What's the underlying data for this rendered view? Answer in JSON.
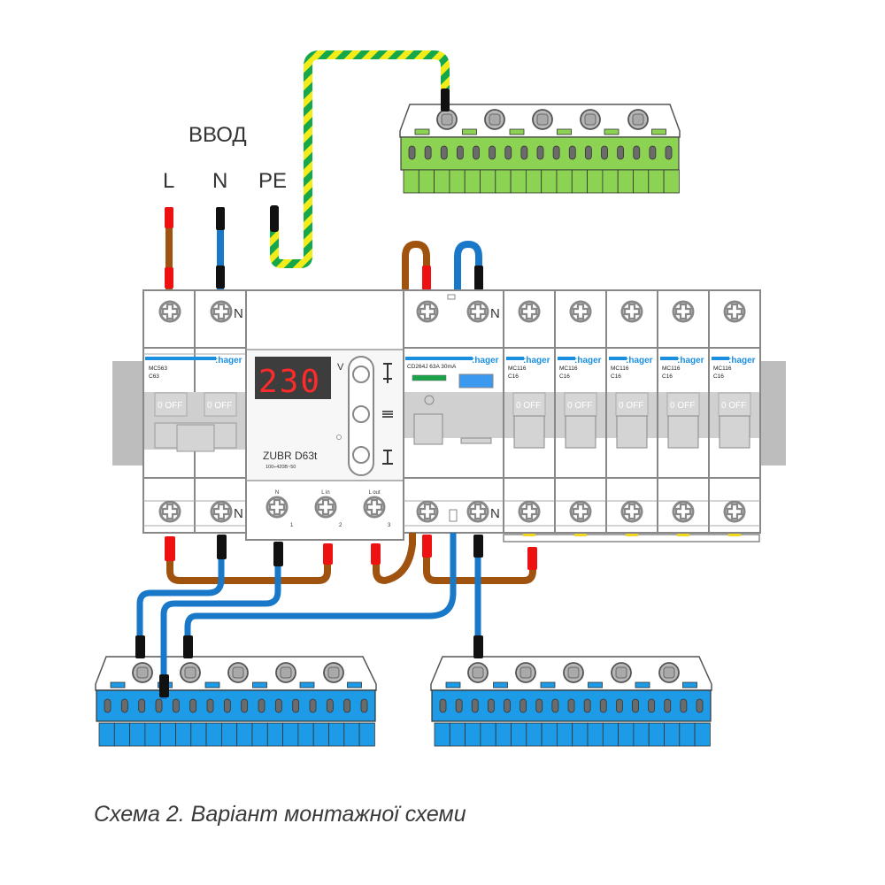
{
  "header": {
    "input_label": "ВВОД",
    "phase_labels": [
      "L",
      "N",
      "PE"
    ]
  },
  "main_breaker": {
    "brand": ":hager",
    "model": "MC563",
    "rating": "C63",
    "switch_label": "0  OFF",
    "neutral_mark": "N"
  },
  "voltage_relay": {
    "display_value": "230",
    "unit": "V",
    "model": "ZUBR D63t",
    "spec": "100÷420В~50",
    "terminals": [
      {
        "name": "N",
        "number": "1"
      },
      {
        "name": "L in",
        "number": "2"
      },
      {
        "name": "L out",
        "number": "3"
      }
    ],
    "button_icons": [
      "up-arrow-icon",
      "menu-icon",
      "down-arrow-icon"
    ]
  },
  "rcd": {
    "brand": ":hager",
    "model": "CD264J 63A 30mA",
    "neutral_mark": "N"
  },
  "branch_breakers": [
    {
      "brand": ":hager",
      "model": "MC116",
      "rating": "C16",
      "switch_label": "0  OFF"
    },
    {
      "brand": ":hager",
      "model": "MC116",
      "rating": "C16",
      "switch_label": "0  OFF"
    },
    {
      "brand": ":hager",
      "model": "MC116",
      "rating": "C16",
      "switch_label": "0  OFF"
    },
    {
      "brand": ":hager",
      "model": "MC116",
      "rating": "C16",
      "switch_label": "0  OFF"
    },
    {
      "brand": ":hager",
      "model": "MC116",
      "rating": "C16",
      "switch_label": "0  OFF"
    }
  ],
  "busbars": {
    "pe": {
      "color": "#8dd353",
      "screws": 5,
      "slots": 17
    },
    "neutral_left": {
      "color": "#1e9be6",
      "screws": 5,
      "slots": 16
    },
    "neutral_right": {
      "color": "#1e9be6",
      "screws": 5,
      "slots": 17
    }
  },
  "wire_colors": {
    "phase": "#a0520f",
    "neutral": "#1a78c8",
    "pe_green": "#14a84a",
    "pe_yellow": "#f4ec1a",
    "phase_sleeve": "#ee1111",
    "neutral_sleeve": "#111111"
  },
  "caption": "Схема 2. Варіант монтажної схеми"
}
